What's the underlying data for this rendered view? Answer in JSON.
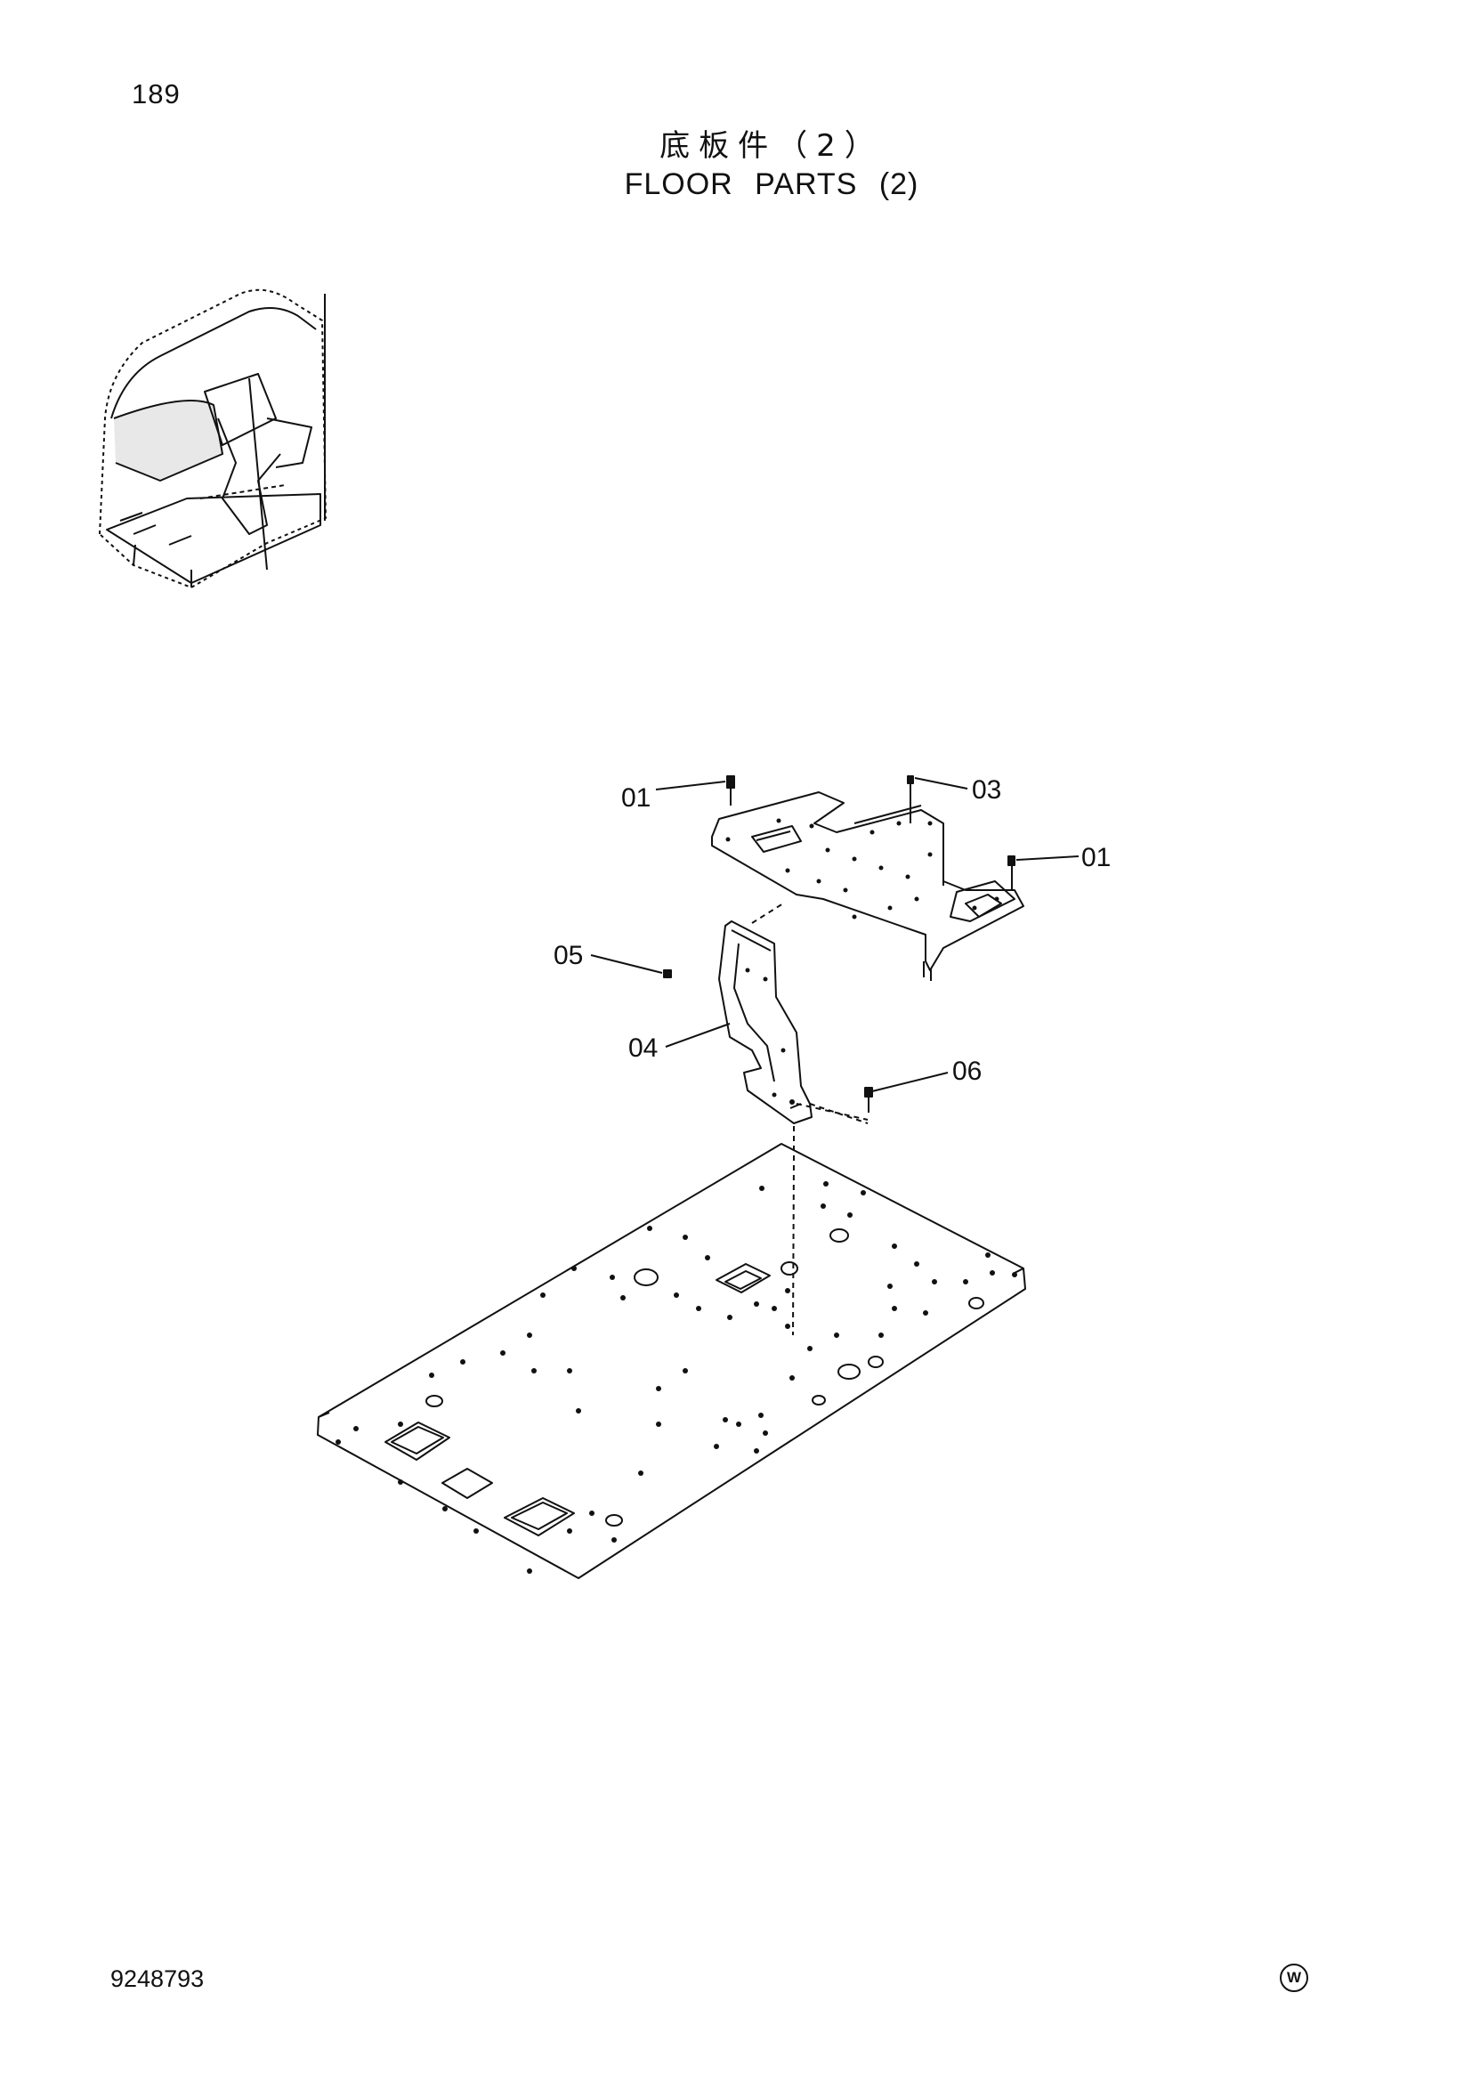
{
  "header": {
    "page_number": "189",
    "title_cn": "底板件（2）",
    "title_en": "FLOOR PARTS (2)"
  },
  "callouts": {
    "c01a": "01",
    "c03": "03",
    "c01b": "01",
    "c05": "05",
    "c04": "04",
    "c06": "06"
  },
  "footer": {
    "doc_number": "9248793",
    "mark": "W"
  }
}
